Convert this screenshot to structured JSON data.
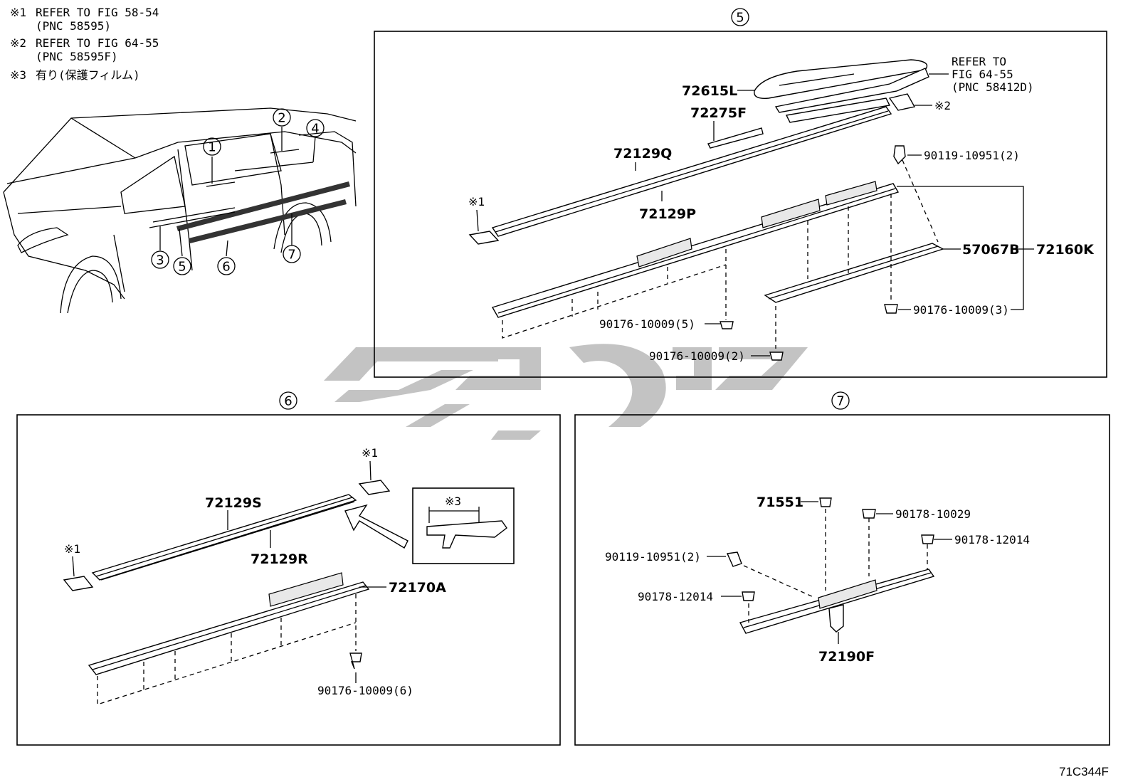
{
  "notes": [
    {
      "mark": "※1",
      "line1": "REFER TO FIG 58-54",
      "line2": "(PNC 58595)"
    },
    {
      "mark": "※2",
      "line1": "REFER TO FIG 64-55",
      "line2": "(PNC 58595F)"
    },
    {
      "mark": "※3",
      "line1": "有り(保護フィルム)",
      "line2": ""
    }
  ],
  "overview_callouts": [
    "1",
    "2",
    "3",
    "4",
    "5",
    "6",
    "7"
  ],
  "section5": {
    "title": "5",
    "refer_line1": "REFER TO",
    "refer_line2": "FIG 64-55",
    "refer_line3": "(PNC 58412D)",
    "mark1": "※1",
    "mark2": "※2",
    "parts": {
      "p72615L": "72615L",
      "p72275F": "72275F",
      "p72129Q": "72129Q",
      "p72129P": "72129P",
      "p90119": "90119-10951(2)",
      "p57067B": "57067B",
      "p72160K": "72160K",
      "p90176_3": "90176-10009(3)",
      "p90176_5": "90176-10009(5)",
      "p90176_2": "90176-10009(2)"
    }
  },
  "section6": {
    "title": "6",
    "mark1_top": "※1",
    "mark1_left": "※1",
    "mark3": "※3",
    "parts": {
      "p72129S": "72129S",
      "p72129R": "72129R",
      "p72170A": "72170A",
      "p90176_6": "90176-10009(6)"
    }
  },
  "section7": {
    "title": "7",
    "parts": {
      "p71551": "71551",
      "p90178_10029": "90178-10029",
      "p90178_12014_r": "90178-12014",
      "p90119": "90119-10951(2)",
      "p90178_12014_l": "90178-12014",
      "p72190F": "72190F"
    }
  },
  "figure_code": "71C344F"
}
